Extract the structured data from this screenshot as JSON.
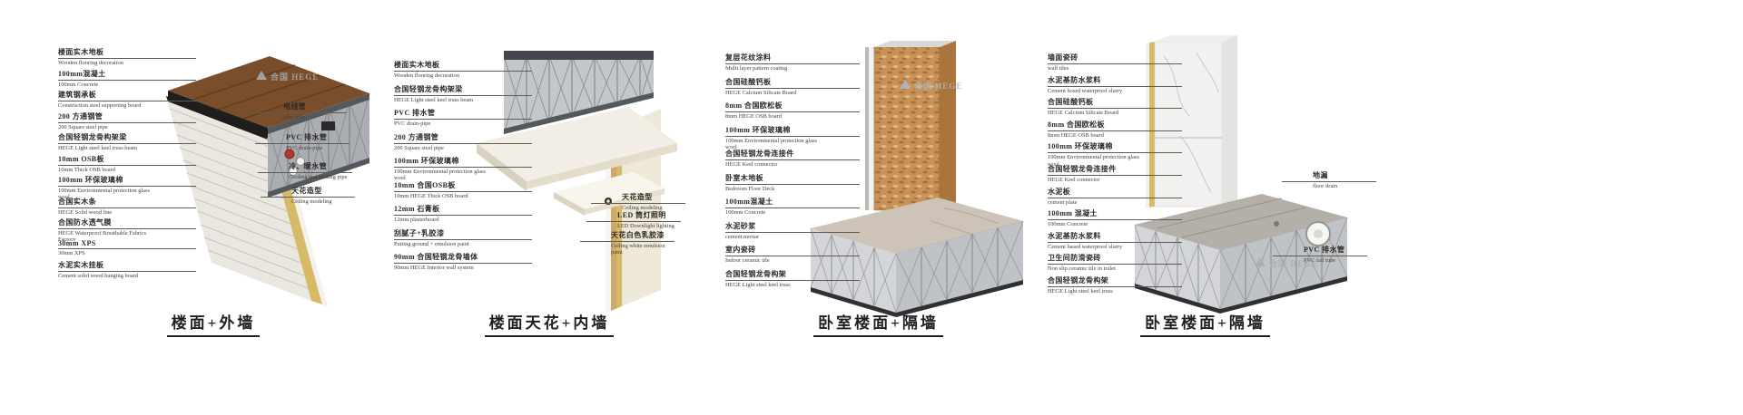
{
  "brand": {
    "logo": "合国 HEGE"
  },
  "palette": {
    "background": "#ffffff",
    "wood_floor": "#7a4e2a",
    "steel_light": "#aaaeb3",
    "steel_dark": "#54575c",
    "insulation_yellow": "#d6ba67",
    "clapboard_wall": "#e9e7e0",
    "osb_orange": "#c79157",
    "marble_white": "#f2f1ef",
    "concrete_gray": "#b4afa8",
    "leader_line": "#5f5b55",
    "title_color": "#1f1f1f"
  },
  "panels": [
    {
      "id": "floor-exterior-wall",
      "title": "楼面+外墙",
      "left_labels": [
        {
          "zh": "楼面实木地板",
          "en": "Wooden flooring decoration"
        },
        {
          "zh": "100mm混凝土",
          "en": "100mm Concrete"
        },
        {
          "zh": "建筑钢承板",
          "en": "Construction steel supporting board"
        },
        {
          "zh": "200 方通钢管",
          "en": "200 Square steel pipe"
        },
        {
          "zh": "合国轻钢龙骨构架梁",
          "en": "HEGE Light steel keel truss beam"
        },
        {
          "zh": "10mm OSB板",
          "en": "10mm Thick OSB board"
        },
        {
          "zh": "100mm 环保玻璃棉",
          "en": "100mm Environmental protection glass wool"
        },
        {
          "zh": "合国实木条",
          "en": "HEGE Solid wood line"
        },
        {
          "zh": "合国防水透气膜",
          "en": "HEGE Waterproof Breathable Fabrics Factory"
        },
        {
          "zh": "30mm XPS",
          "en": "30mm XPS"
        },
        {
          "zh": "水泥实木挂板",
          "en": "Cement solid wood hanging board"
        }
      ],
      "right_labels": [
        {
          "zh": "电线管",
          "en": "wire tube"
        },
        {
          "zh": "PVC 排水管",
          "en": "PVC drain-pipe"
        },
        {
          "zh": "冷、暖水管",
          "en": "Cooling and heating pipe"
        },
        {
          "zh": "天花造型",
          "en": "Ceiling modeling"
        }
      ]
    },
    {
      "id": "floor-ceiling-interior-wall",
      "title": "楼面天花+内墙",
      "left_labels": [
        {
          "zh": "楼面实木地板",
          "en": "Wooden flooring decoration"
        },
        {
          "zh": "合国轻钢龙骨构架梁",
          "en": "HEGE Light steel keel truss beam"
        },
        {
          "zh": "PVC 排水管",
          "en": "PVC drain-pipe"
        },
        {
          "zh": "200 方通钢管",
          "en": "200 Square steel pipe"
        },
        {
          "zh": "100mm 环保玻璃棉",
          "en": "100mm Environmental protection glass wool"
        },
        {
          "zh": "10mm 合国OSB板",
          "en": "10mm HEGE Thick OSB board"
        },
        {
          "zh": "12mm 石膏板",
          "en": "12mm plasterboard"
        },
        {
          "zh": "刮腻子+乳胶漆",
          "en": "Putting ground + emulsion paint"
        },
        {
          "zh": "90mm 合国轻钢龙骨墙体",
          "en": "90mm HEGE Interior wall system"
        }
      ],
      "right_labels": [
        {
          "zh": "天花造型",
          "en": "Ceiling modeling"
        },
        {
          "zh": "LED 筒灯照明",
          "en": "LED Downlight lighting"
        },
        {
          "zh": "天花白色乳胶漆",
          "en": "Ceiling white emulsion paint"
        }
      ]
    },
    {
      "id": "bedroom-floor-partition-wall-1",
      "title": "卧室楼面+隔墙",
      "left_labels": [
        {
          "zh": "复层花纹涂料",
          "en": "Multi layer pattern coating"
        },
        {
          "zh": "合国硅酸钙板",
          "en": "HEGE Calcium Silicate Board"
        },
        {
          "zh": "8mm 合国欧松板",
          "en": "8mm HEGE OSB board"
        },
        {
          "zh": "100mm 环保玻璃棉",
          "en": "100mm Environmental protection glass wool"
        },
        {
          "zh": "合国轻钢龙骨连接件",
          "en": "HEGE Keel connector"
        },
        {
          "zh": "卧室木地板",
          "en": "Bedroom Floor Deck"
        },
        {
          "zh": "100mm混凝土",
          "en": "100mm Concrete"
        },
        {
          "zh": "水泥砂浆",
          "en": "cement mortar"
        },
        {
          "zh": "室内瓷砖",
          "en": "Indoor ceramic tile"
        },
        {
          "zh": "合国轻钢龙骨构架",
          "en": "HEGE Light steel keel truss"
        }
      ],
      "right_labels": []
    },
    {
      "id": "bedroom-floor-partition-wall-2",
      "title": "卧室楼面+隔墙",
      "left_labels": [
        {
          "zh": "墙面瓷砖",
          "en": "wall tiles"
        },
        {
          "zh": "水泥基防水浆料",
          "en": "Cement board waterproof slurry"
        },
        {
          "zh": "合国硅酸钙板",
          "en": "HEGE Calcium Silicate Board"
        },
        {
          "zh": "8mm 合国欧松板",
          "en": "8mm HEGE OSB board"
        },
        {
          "zh": "100mm 环保玻璃棉",
          "en": "100mm Environmental protection glass wool"
        },
        {
          "zh": "合国轻钢龙骨连接件",
          "en": "HEGE Keel connector"
        },
        {
          "zh": "水泥板",
          "en": "cement plate"
        },
        {
          "zh": "100mm 混凝土",
          "en": "100mm Concrete"
        },
        {
          "zh": "水泥基防水浆料",
          "en": "Cement based waterproof slurry"
        },
        {
          "zh": "卫生间防滑瓷砖",
          "en": "Non slip ceramic tile in toilet"
        },
        {
          "zh": "合国轻钢龙骨构架",
          "en": "HEGE Light steel keel truss"
        }
      ],
      "right_labels": [
        {
          "zh": "地漏",
          "en": "floor drain"
        },
        {
          "zh": "PVC 排水管",
          "en": "PVC fall tube"
        }
      ]
    }
  ]
}
